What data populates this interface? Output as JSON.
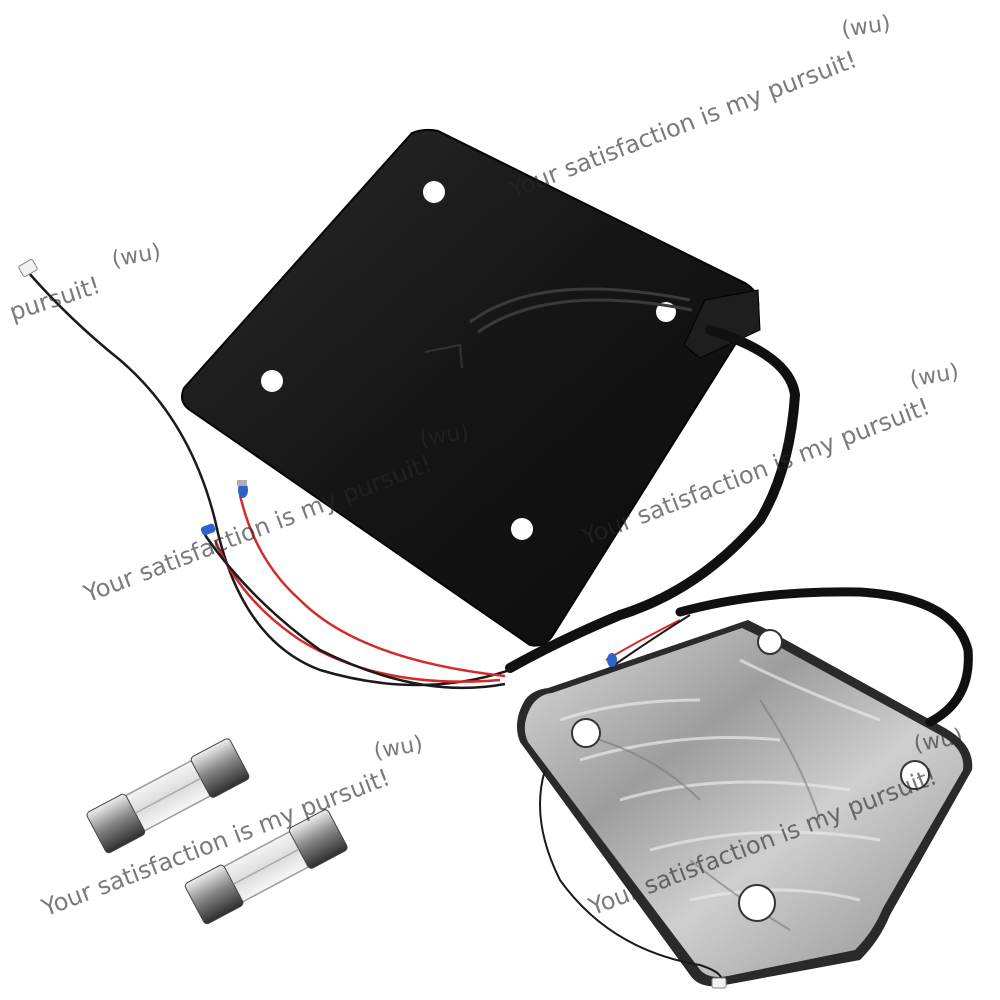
{
  "watermarks": [
    {
      "text": "Your satisfaction is my pursuit!"
    },
    {
      "text": "(wu)"
    },
    {
      "text": "pursuit!"
    },
    {
      "text": "(wu)"
    },
    {
      "text": "Your satisfaction is my pursuit!"
    },
    {
      "text": "(wu)"
    },
    {
      "text": "Your satisfaction is my pursuit!"
    },
    {
      "text": "(wu)"
    },
    {
      "text": "Your satisfaction is my pursuit!"
    },
    {
      "text": "(wu)"
    },
    {
      "text": "Your satisfaction is my pursuit!"
    },
    {
      "text": "(wu)"
    }
  ],
  "colors": {
    "heater_plate": "#151515",
    "foil_insulation": "#b7b7b7",
    "red_wire": "#d42a2a",
    "black_wire": "#1a1a1a",
    "connector_blue": "#2f63c9",
    "background": "#ffffff"
  }
}
